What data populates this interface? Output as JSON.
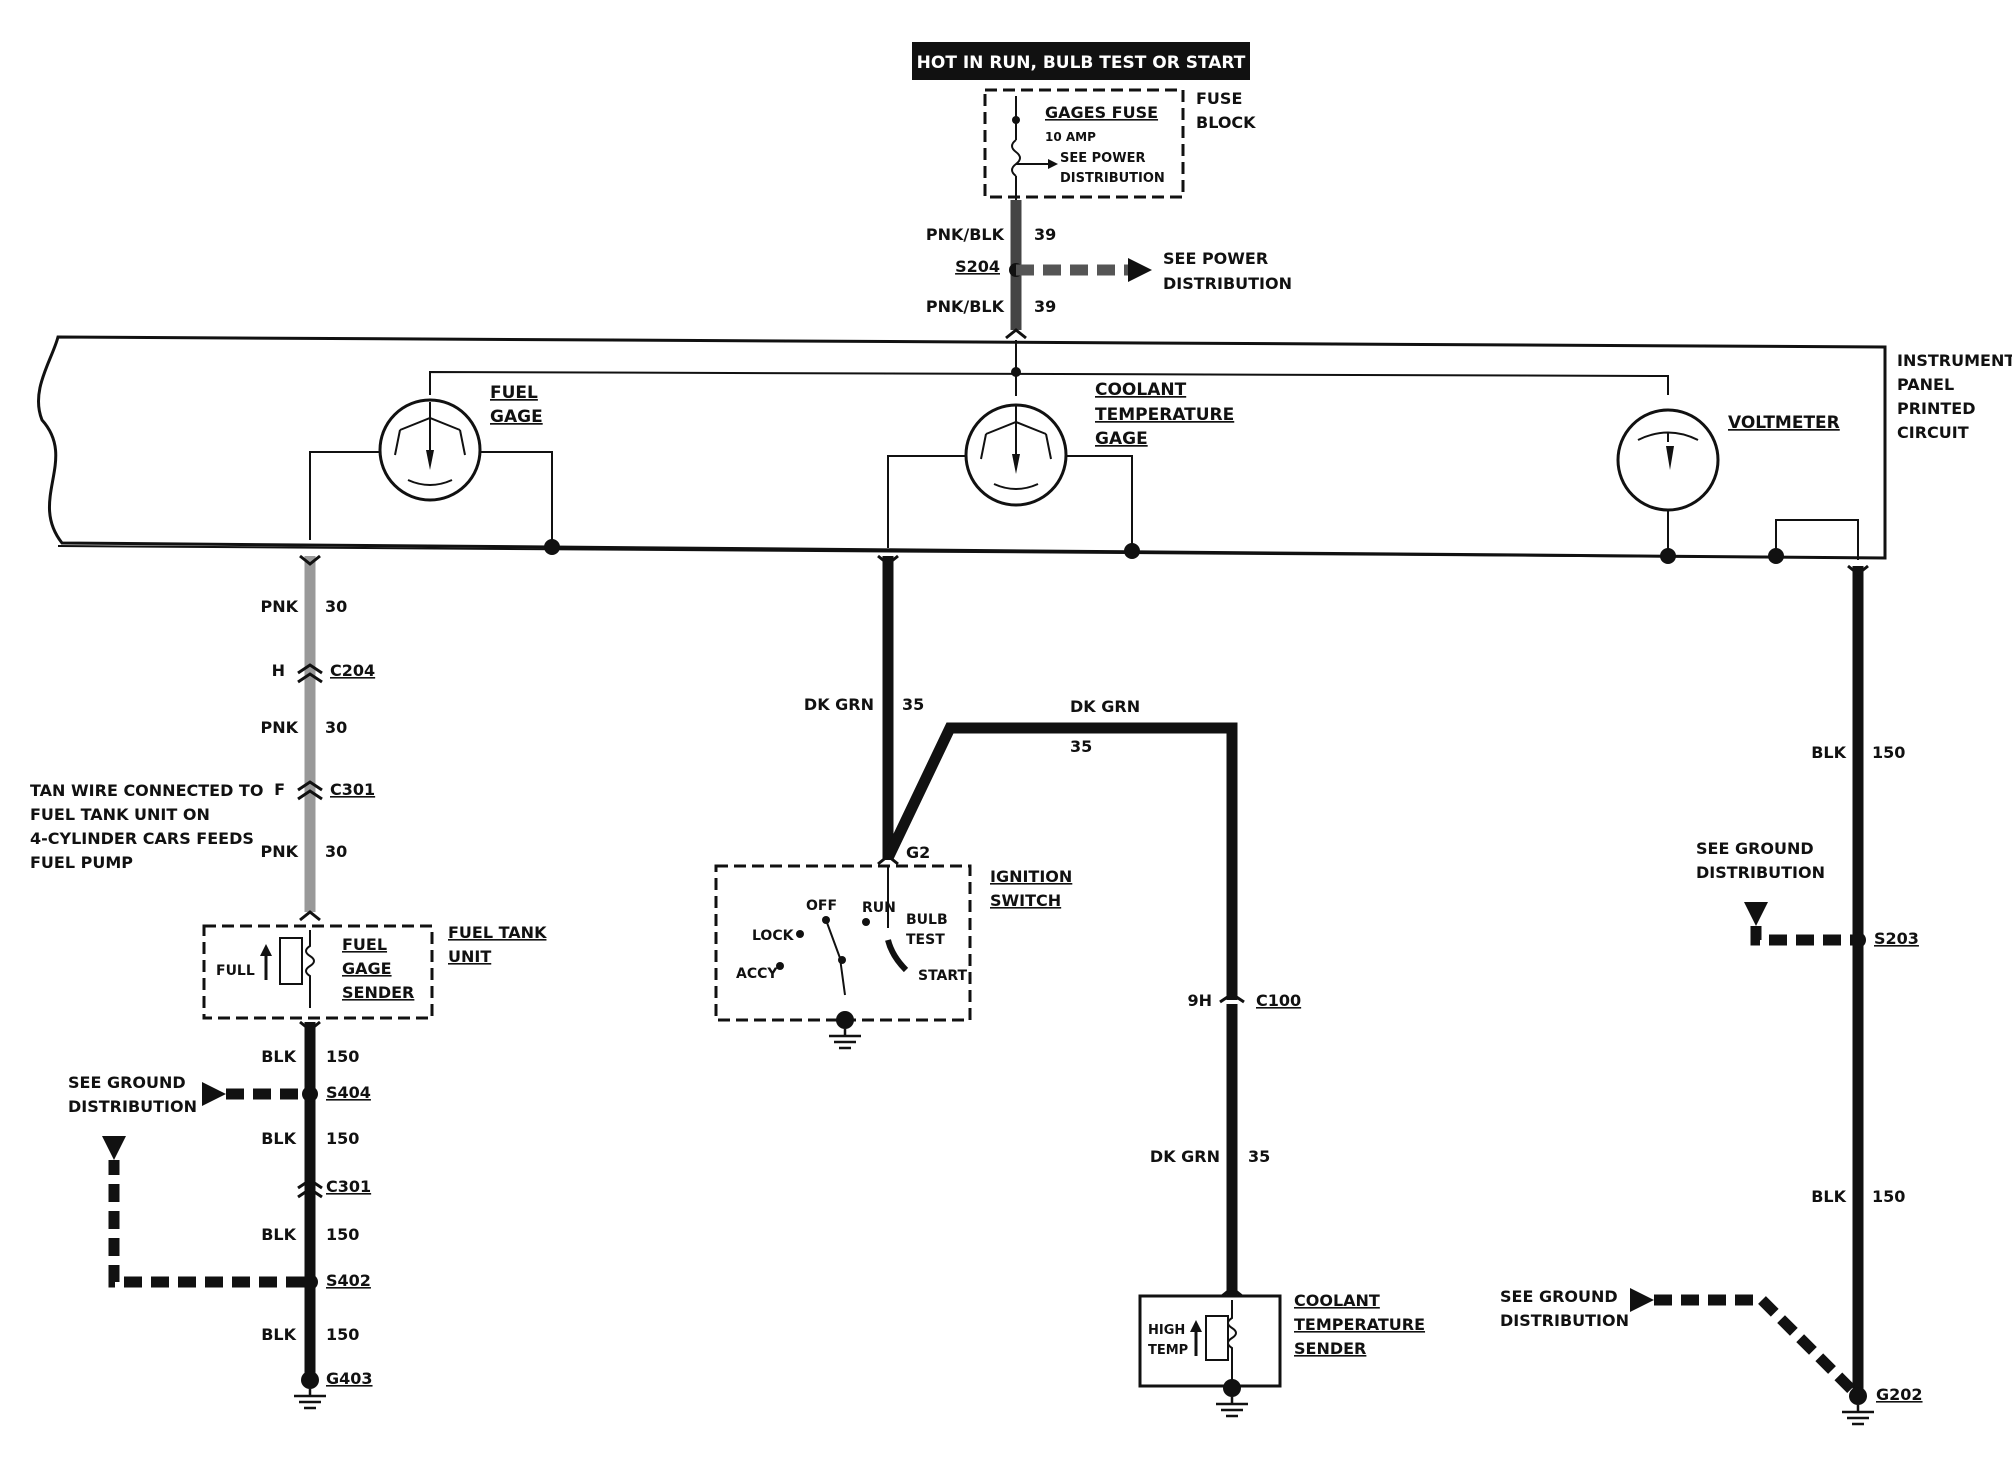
{
  "header": {
    "hot_label": "HOT IN RUN, BULB TEST OR START"
  },
  "fuse_block": {
    "title": "FUSE",
    "title2": "BLOCK",
    "fuse_name": "GAGES FUSE",
    "fuse_rating": "10 AMP",
    "see_power_1": "SEE POWER",
    "see_power_2": "DISTRIBUTION"
  },
  "feed": {
    "wire_top": "PNK/BLK",
    "circuit_top": "39",
    "splice": "S204",
    "wire_bottom": "PNK/BLK",
    "circuit_bottom": "39",
    "see_power_1": "SEE POWER",
    "see_power_2": "DISTRIBUTION"
  },
  "panel": {
    "label_1": "INSTRUMENT",
    "label_2": "PANEL",
    "label_3": "PRINTED",
    "label_4": "CIRCUIT",
    "fuel_gage_1": "FUEL",
    "fuel_gage_2": "GAGE",
    "coolant_gage_1": "COOLANT",
    "coolant_gage_2": "TEMPERATURE",
    "coolant_gage_3": "GAGE",
    "voltmeter": "VOLTMETER"
  },
  "fuel_circuit": {
    "wire1": "PNK",
    "circ1": "30",
    "c204_pin": "H",
    "c204": "C204",
    "wire2": "PNK",
    "circ2": "30",
    "c301_pin": "F",
    "c301": "C301",
    "wire3": "PNK",
    "circ3": "30",
    "note_1": "TAN WIRE CONNECTED TO",
    "note_2": "FUEL TANK UNIT ON",
    "note_3": "4-CYLINDER CARS FEEDS",
    "note_4": "FUEL PUMP",
    "sender_1": "FUEL",
    "sender_2": "GAGE",
    "sender_3": "SENDER",
    "sender_full": "FULL",
    "unit_1": "FUEL TANK",
    "unit_2": "UNIT",
    "blk1": "BLK",
    "blk1c": "150",
    "s404": "S404",
    "see_ground_1": "SEE GROUND",
    "see_ground_2": "DISTRIBUTION",
    "blk2": "BLK",
    "blk2c": "150",
    "c301b": "C301",
    "blk3": "BLK",
    "blk3c": "150",
    "s402": "S402",
    "blk4": "BLK",
    "blk4c": "150",
    "g403": "G403"
  },
  "coolant_circuit": {
    "wire1": "DK GRN",
    "circ1": "35",
    "wire2": "DK GRN",
    "circ2": "35",
    "g2": "G2",
    "ign_1": "IGNITION",
    "ign_2": "SWITCH",
    "off": "OFF",
    "run": "RUN",
    "bulb": "BULB",
    "test": "TEST",
    "lock": "LOCK",
    "accy": "ACCY",
    "start": "START",
    "c100_pin": "9H",
    "c100": "C100",
    "wire3": "DK GRN",
    "circ3": "35",
    "sender_1": "COOLANT",
    "sender_2": "TEMPERATURE",
    "sender_3": "SENDER",
    "high": "HIGH",
    "temp": "TEMP"
  },
  "volt_circuit": {
    "blk1": "BLK",
    "blk1c": "150",
    "see_ground_1": "SEE GROUND",
    "see_ground_2": "DISTRIBUTION",
    "s203": "S203",
    "blk2": "BLK",
    "blk2c": "150",
    "see_ground2_1": "SEE GROUND",
    "see_ground2_2": "DISTRIBUTION",
    "g202": "G202"
  }
}
